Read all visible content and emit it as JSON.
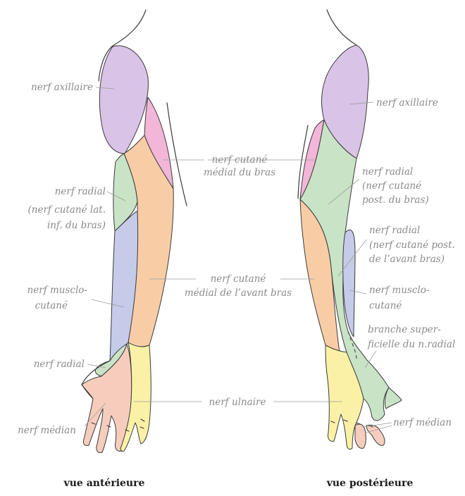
{
  "colors": {
    "axillaire": "#d9c3e6",
    "cutane_medial_bras": "#f2b6d8",
    "cutane_medial_avant_bras": "#f8cda6",
    "radial": "#c9e3c7",
    "musclo_cutane": "#c5cbe9",
    "ulnaire": "#fbf1a6",
    "median": "#f6cdbd"
  },
  "anterior": {
    "caption": "vue antérieure",
    "labels": {
      "axillaire": "nerf axillaire",
      "cutane_medial_bras": [
        "nerf cutané",
        "médial du bras"
      ],
      "radial_cutane_lat": [
        "nerf radial",
        "(nerf cutané lat.",
        "inf. du bras)"
      ],
      "musclo_cutane": [
        "nerf musclo-",
        "cutané"
      ],
      "cutane_medial_avant_bras": [
        "nerf cutané",
        "médial de l’avant bras"
      ],
      "radial": "nerf radial",
      "ulnaire": "nerf ulnaire",
      "median": "nerf médian"
    }
  },
  "posterior": {
    "caption": "vue postérieure",
    "labels": {
      "axillaire": "nerf axillaire",
      "radial_cutane_post_bras": [
        "nerf radial",
        "(nerf cutané",
        "post. du bras)"
      ],
      "radial_cutane_post_avant_bras": [
        "nerf radial",
        "(nerf cutané post.",
        "de l’avant bras)"
      ],
      "musclo_cutane": [
        "nerf musclo-",
        "cutané"
      ],
      "branche_superficielle": [
        "branche super-",
        "ficielle du n.radial"
      ],
      "median": "nerf médian"
    }
  }
}
